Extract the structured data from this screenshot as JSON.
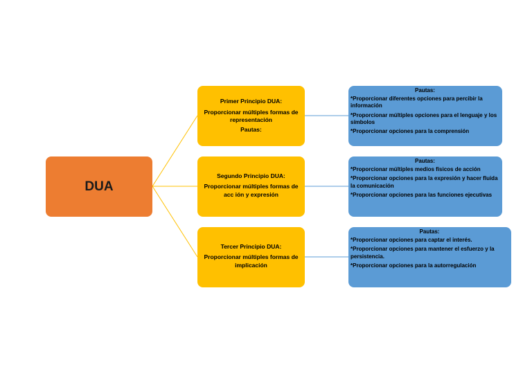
{
  "root": {
    "label": "DUA"
  },
  "principles": [
    {
      "title": "Primer Principio DUA:",
      "description": "Proporcionar múltiples formas de representación",
      "pautas_label": "Pautas:",
      "guidelines": {
        "title": "Pautas:",
        "items": [
          "*Proporcionar diferentes opciones para percibir la información",
          " *Proporcionar múltiples opciones para el lenguaje y los símbolos",
          "*Proporcionar opciones para la comprensión"
        ]
      }
    },
    {
      "title": "Segundo Principio DUA:",
      "description": "Proporcionar múltiples formas de acc ión y expresión",
      "guidelines": {
        "title": "Pautas:",
        "items": [
          "*Proporcionar múltiples medios físicos de acción",
          "*Proporcionar opciones para la expresión y hacer fluida la comunicación",
          "*Proporcionar opciones para las funciones ejecutivas"
        ]
      }
    },
    {
      "title": "Tercer Principio DUA:",
      "description": "Proporcionar múltiples formas de implicación",
      "guidelines": {
        "title": "Pautas:",
        "items": [
          "*Proporcionar opciones para captar el interés.",
          "*Proporcionar opciones para mantener el esfuerzo y la persistencia.",
          "*Proporcionar opciones para la autorregulación"
        ]
      }
    }
  ],
  "colors": {
    "root": "#ed7d31",
    "principle": "#ffc000",
    "guideline": "#5b9bd5",
    "connector_root": "#ffc000",
    "connector_guideline": "#5b9bd5"
  }
}
